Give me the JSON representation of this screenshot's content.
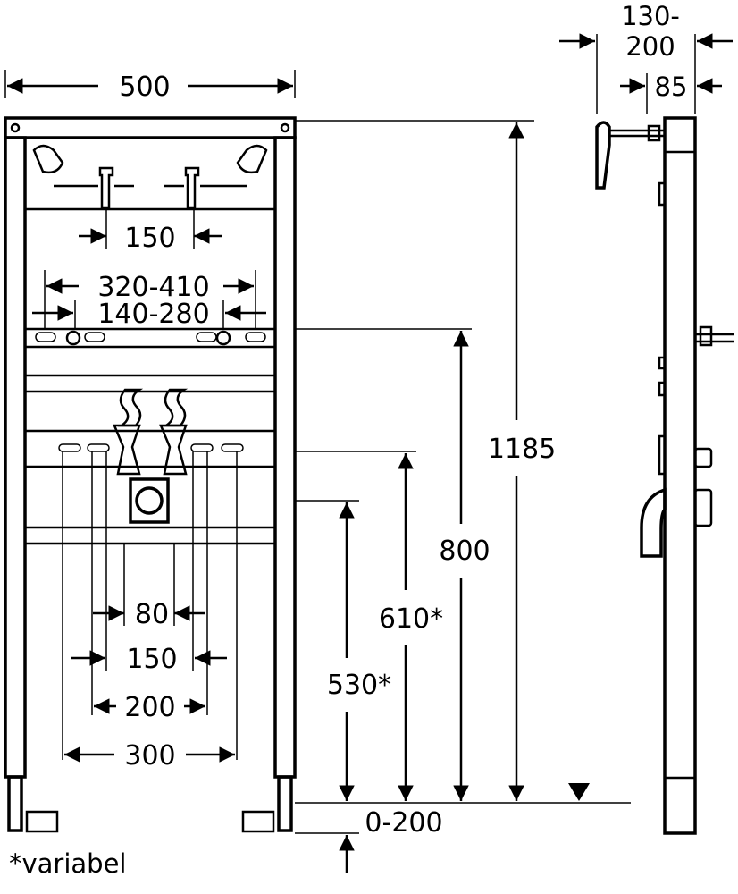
{
  "dimensions": {
    "frame_width": "500",
    "depth_range_line1": "130-",
    "depth_range_line2": "200",
    "depth_min": "85",
    "tap_spacing": "150",
    "bracket_outer": "320-410",
    "bracket_inner": "140-280",
    "height_total": "1185",
    "height_bracket": "800",
    "height_supply": "610*",
    "height_drain": "530*",
    "feet_adjust": "0-200",
    "supply_spacing_80": "80",
    "supply_spacing_150": "150",
    "rail_spacing_200": "200",
    "rail_spacing_300": "300"
  },
  "footnote": "*variabel",
  "colors": {
    "ink": "#000000",
    "paper": "#ffffff",
    "panel": "#ffffff"
  }
}
